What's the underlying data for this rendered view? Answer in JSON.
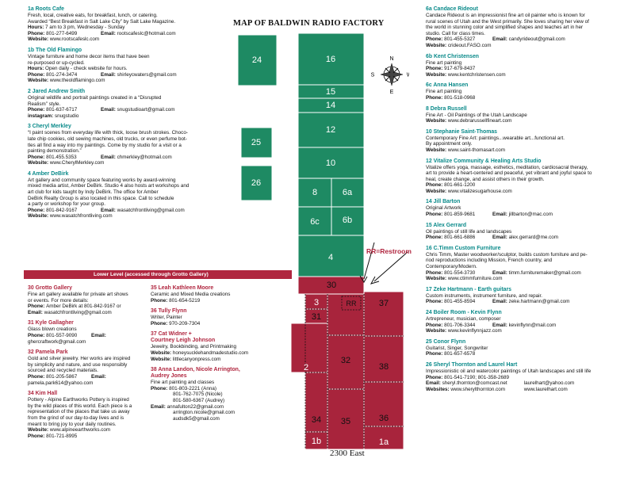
{
  "map": {
    "title": "MAP OF BALDWIN RADIO FACTORY",
    "street": "2300 East",
    "restroom_label": "RR=Restroom",
    "lower_level_label": "Lower Level (accessed through Grotto Gallery)",
    "compass": {
      "n": "N",
      "s": "S",
      "e": "E",
      "w": "W"
    },
    "colors": {
      "upper": "#1e8a63",
      "lower": "#a8243c",
      "heading": "#0a8a8a"
    },
    "units": [
      "24",
      "16",
      "15",
      "14",
      "12",
      "25",
      "10",
      "8",
      "6a",
      "26",
      "6c",
      "6b",
      "4",
      "30",
      "3",
      "RR",
      "37",
      "31",
      "2",
      "32",
      "38",
      "34",
      "35",
      "36",
      "1b",
      "1a"
    ]
  },
  "left": [
    {
      "h": "1a  Roots Cafe",
      "lines": [
        "Fresh, local, creative eats, for breakfast, lunch, or catering.",
        "Awarded “Best Breakfast in Salt Lake City” by Salt Lake Magazine."
      ],
      "hours": "7 am to 3 pm, Wednesday - Sunday",
      "phone": "801-277-6499",
      "email": "rootscafeslc@hotmail.com",
      "website": "www.rootscafeslc.com"
    },
    {
      "h": "1b  The Old Flamingo",
      "lines": [
        "Vintage furniture and home decor items that have been",
        "re-purposed or up-cycled."
      ],
      "hours": "Open daily - check website for hours.",
      "phone": "801-274-3474",
      "email": "shirleycwaters@gmail.com",
      "website": "www.theoldflamingo.com"
    },
    {
      "h": "2  Jared Andrew Smith",
      "lines": [
        "Original wildlife and portrait paintings created in a “Disrupted",
        "Realism” style."
      ],
      "phone": "801-637-6717",
      "email": "snugstudioart@gmail.com",
      "instagram": "snugstudio"
    },
    {
      "h": "3  Cheryl Merkley",
      "lines": [
        "“I paint scenes from everyday life with thick, loose brush strokes. Choco-",
        "late chip cookies, old sewing machines, old trucks, or even perfume bot-",
        "tles all find a way into my paintings. Come by my studio for a visit or a",
        "painting demonstration.”"
      ],
      "phone": "801.455.5353",
      "email": "chmerkley@hotmail.com",
      "website": "www.CherylMerkley.com"
    },
    {
      "h": "4  Amber DeBirk",
      "lines": [
        "Art gallery and community space featuring works by award-winning",
        "mixed media artist, Amber DeBirk. Studio 4 also hosts art workshops and",
        "art club for kids taught by Indy DeBirk. The office for Amber",
        "DeBirk Realty Group is also located in this space. Call to schedule",
        "a party or workshop for your group."
      ],
      "phone": "801-842-9167",
      "email": "wasatchfrontliving@gmail.com",
      "website": "www.wasatchfrontliving.com"
    }
  ],
  "lower_a": [
    {
      "h": "30  Grotto Gallery",
      "lines": [
        "Fine art gallery available for private art shows",
        "or events. For more details:"
      ],
      "phone_line": "Amber DeBirk at 801-842-9167 or",
      "email": "wasatchfrontliving@gmail.com"
    },
    {
      "h": "31  Kyle Gallagher",
      "lines": [
        "Glass blown creations"
      ],
      "phone": "801-557-9090",
      "email": "ghercraftwork@gmail.com"
    },
    {
      "h": "32  Pamela Park",
      "lines": [
        "Gold and silver jewelry. Her works are inspired",
        "by simplicity and nature, and use responsibly",
        "sourced and recycled materials."
      ],
      "phone": "801-205-5867",
      "email": "pamela.park614@yahoo.com"
    },
    {
      "h": "34  Kim Hall",
      "lines": [
        "Pottery - Alpine Earthworks Pottery is inspired",
        "by the wild places of this world. Each piece is a",
        "representation of the places that take us away",
        "from the grind of our day-to-day lives and is",
        "meant to bring joy to your daily routines."
      ],
      "website": "www.alpineearthworks.com",
      "phone": "801-721-8995"
    }
  ],
  "lower_b": [
    {
      "h": "35  Leah Kathleen Moore",
      "lines": [
        "Ceramic and Mixed Media creations"
      ],
      "phone": "801-654-5219"
    },
    {
      "h": "36  Tully Flynn",
      "lines": [
        "Writer, Painter"
      ],
      "phone": "970-209-7304"
    },
    {
      "h": "37  Cat Widner +",
      "h2": "Courtney Leigh Johnson",
      "lines": [
        "Jewelry, Bookbinding, and Printmaking"
      ],
      "website2": "honeysucklehandmadestudio.com",
      "website": "littlecanyonpress.com"
    },
    {
      "h": "38  Anna Landon, Nicole Arrington,",
      "h2": "Audrey Jones",
      "lines": [
        "Fine art painting and classes"
      ],
      "phones": [
        "801-803-2221 (Anna)",
        "801-762-7075 (Nicole)",
        "801-580-6367 (Audrey)"
      ],
      "emails": [
        "annafulton22@gmail.com",
        "arrington.nicole@gmail.com",
        "audsdk5@gmail.com"
      ]
    }
  ],
  "right": [
    {
      "h": "6a  Candace Rideout",
      "lines": [
        "Candace Rideout is an impressionist fine art oil painter who is known for",
        "rural scenes of Utah and the West primarily. She loves sharing her view of",
        "the world in stunning color and simplified shapes and teaches art in her",
        "studio. Call for class times."
      ],
      "phone": "801-455-5327",
      "email": "candyrideout@gmail.com",
      "website": "crideout.FASO.com"
    },
    {
      "h": "6b  Kent Christensen",
      "lines": [
        "Fine art painting"
      ],
      "phone": "917-679-8437",
      "website": "www.kentchristensen.com"
    },
    {
      "h": "6c  Anna Hansen",
      "lines": [
        "Fine art painting"
      ],
      "phone": "801-518-0968"
    },
    {
      "h": "8  Debra Russell",
      "lines": [
        "Fine Art - Oil Paintings of the Utah Landscape"
      ],
      "website": "www.debrarussellfineart.com"
    },
    {
      "h": "10  Stephanie Saint-Thomas",
      "lines": [
        "Contemporary Fine Art:  paintings...wearable art...functional art.",
        "By appointment only."
      ],
      "website": "www.saint-thomasart.com"
    },
    {
      "h": "12  Vitalize Community & Healing Arts Studio",
      "lines": [
        "Vitalize offers yoga, massage, esthetics, meditation, cardiosacral therapy,",
        "art to provide a heart-centered and peaceful, yet vibrant and joyful space to",
        "heal, create change, and assist others in their growth."
      ],
      "phone": "801-661-1200",
      "website": "www.vitalizesugarhouse.com"
    },
    {
      "h": "14  Jill Barton",
      "lines": [
        "Original Artwork"
      ],
      "phone": "801-859-9681",
      "email": "jillbarton@mac.com"
    },
    {
      "h": "15  Alex Gerrard",
      "lines": [
        "Oil paintings of still life and landscapes"
      ],
      "phone": "801-661-6886",
      "email": "alex.gerrard@me.com"
    },
    {
      "h": "16  C.Timm Custom Furniture",
      "lines": [
        "Chris Timm, Master woodworker/sculptor, builds custom furniture and pe-",
        "riod reproductions including Mission, French country, and",
        "Contemporary/Modern."
      ],
      "phone": "801-554-3730",
      "email": "timm.furnituremaker@gmail.com",
      "website": "www.ctimmfurniture.com"
    },
    {
      "h": "Zeke Hartmann - Earth guitars",
      "num": "17",
      "lines": [
        "Custom instruments, instrument furniture, and repair."
      ],
      "phone": "801-455-8594",
      "email": "zeke.hartmann@gmail.com"
    },
    {
      "h": "24  Boiler Room - Kevin Flynn",
      "lines": [
        "Artrepreneur, musician, composer"
      ],
      "phone": "801-706-3344",
      "email": "kevinflynn@mail.com",
      "website": "www.kevinflynnjazz.com"
    },
    {
      "h": "25  Conor Flynn",
      "lines": [
        "Guitarist, Singer, Songwriter"
      ],
      "phone": "801-657-6578"
    },
    {
      "h": "26  Sheryl Thornton and Laurel Hart",
      "lines": [
        "Impressionistic oil and watercolor paintings of Utah landscapes and still life"
      ],
      "phone_line": "801-541-7190;  801-358-2689",
      "email": "sheryl.thornton@comcast.net",
      "email2": "laurelhart@yahoo.com",
      "website": "www.sherylthornton.com",
      "website2": "www.laurelhart.com"
    }
  ],
  "labels": {
    "hours": "Hours:",
    "phone": "Phone:",
    "email": "Email:",
    "website": "Website:",
    "websites": "Websites:",
    "instagram": "instagram:"
  }
}
